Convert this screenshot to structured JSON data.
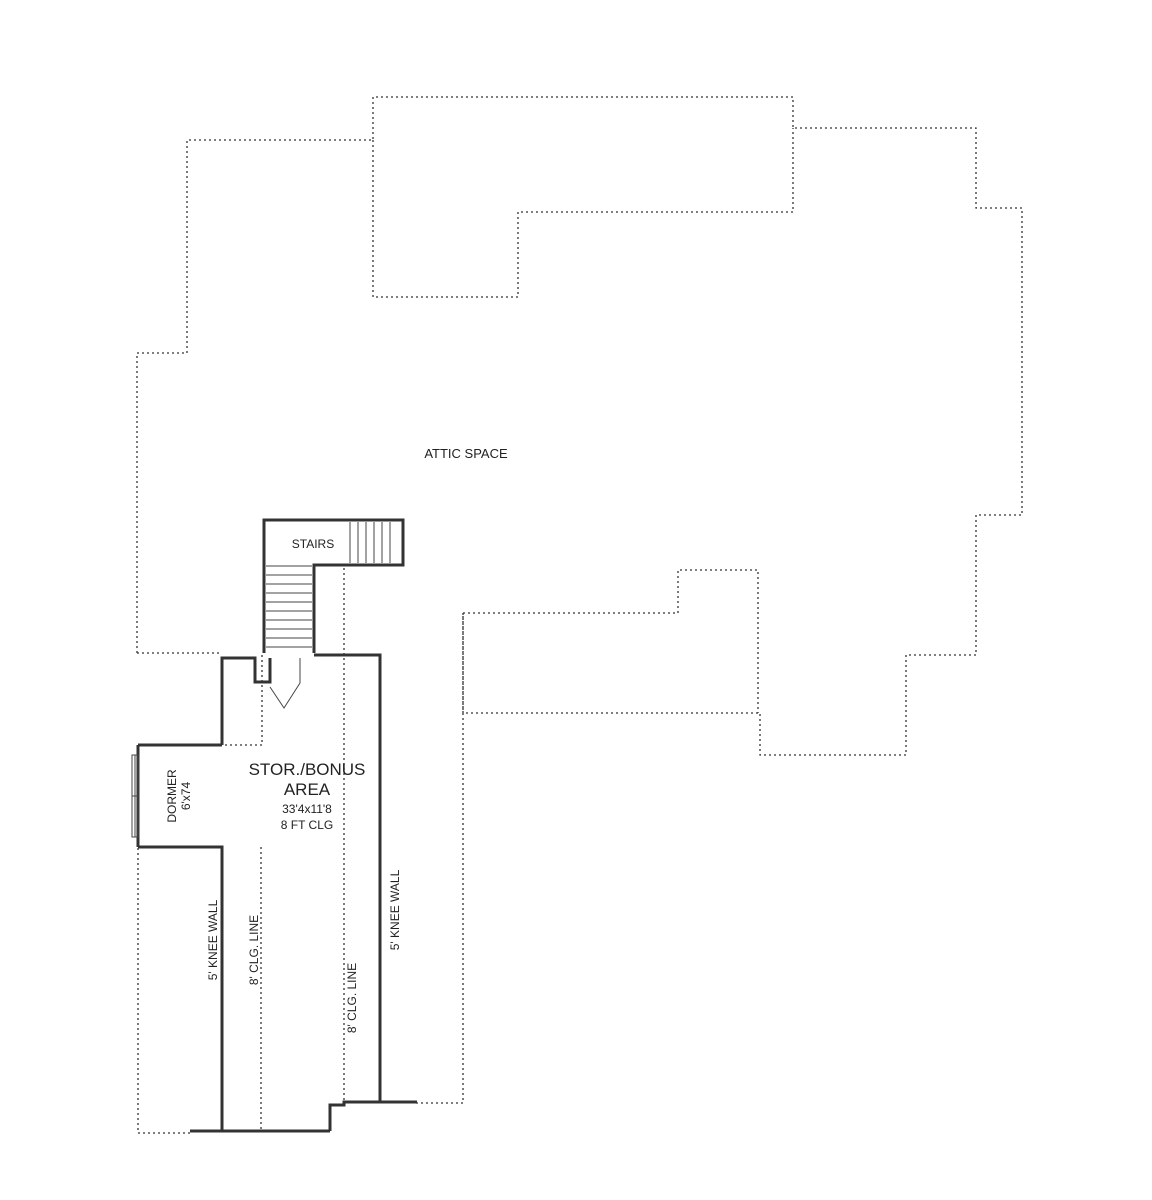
{
  "labels": {
    "attic_space": "ATTIC SPACE",
    "stairs": "STAIRS",
    "bonus_title_line1": "STOR./BONUS",
    "bonus_title_line2": "AREA",
    "bonus_dimensions": "33'4x11'8",
    "bonus_ceiling": "8 FT CLG",
    "dormer_name": "DORMER",
    "dormer_size": "6'x74",
    "knee_wall_left": "5' KNEE WALL",
    "knee_wall_right": "5' KNEE WALL",
    "ceiling_line_left": "8' CLG. LINE",
    "ceiling_line_right": "8' CLG. LINE"
  },
  "colors": {
    "line": "#333333",
    "background": "#ffffff"
  }
}
